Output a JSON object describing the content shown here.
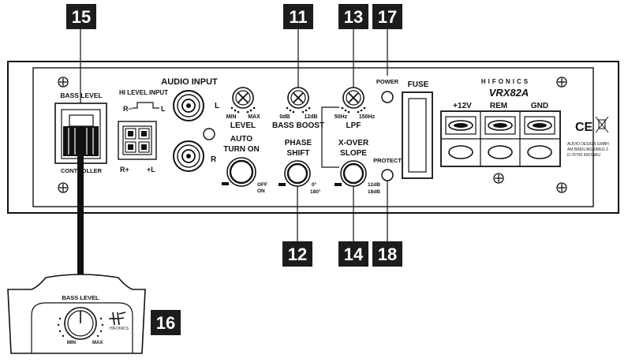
{
  "badges": {
    "b15": "15",
    "b11": "11",
    "b13": "13",
    "b17": "17",
    "b12": "12",
    "b14": "14",
    "b18": "18",
    "b16": "16"
  },
  "panel": {
    "bass_level": "BASS LEVEL",
    "controller": "CONTROLLER",
    "hi_level_input": "HI LEVEL INPUT",
    "r_minus": "R−",
    "l_minus": "L",
    "r_plus": "R+",
    "l_plus": "+L",
    "audio_input": "AUDIO INPUT",
    "l": "L",
    "r": "R",
    "min": "MIN",
    "max": "MAX",
    "level": "LEVEL",
    "zero_db": "0dB",
    "twelve_db": "12dB",
    "bass_boost": "BASS BOOST",
    "fifty_hz": "50Hz",
    "onefifty_hz": "150Hz",
    "lpf": "LPF",
    "power": "POWER",
    "protect": "PROTECT",
    "fuse": "FUSE",
    "auto_turn_on_1": "AUTO",
    "auto_turn_on_2": "TURN ON",
    "off": "OFF",
    "on": "ON",
    "phase_shift_1": "PHASE",
    "phase_shift_2": "SHIFT",
    "zero_deg": "0°",
    "oneeighty_deg": "180°",
    "xover_1": "X-OVER",
    "xover_2": "SLOPE",
    "slope_12": "12dB",
    "slope_18": "18dB",
    "brand": "HIFONICS",
    "model": "VRX82A",
    "plus12v": "+12V",
    "rem": "REM",
    "gnd": "GND",
    "ce": "CE",
    "addr1": "AUDIO DESIGN GMBH",
    "addr2": "AM BREILINGSWEG 3",
    "addr3": "D-76709 KRONAU"
  },
  "remote": {
    "bass_level": "BASS LEVEL",
    "min": "MIN",
    "max": "MAX",
    "logo_text": "HIFONICS"
  }
}
